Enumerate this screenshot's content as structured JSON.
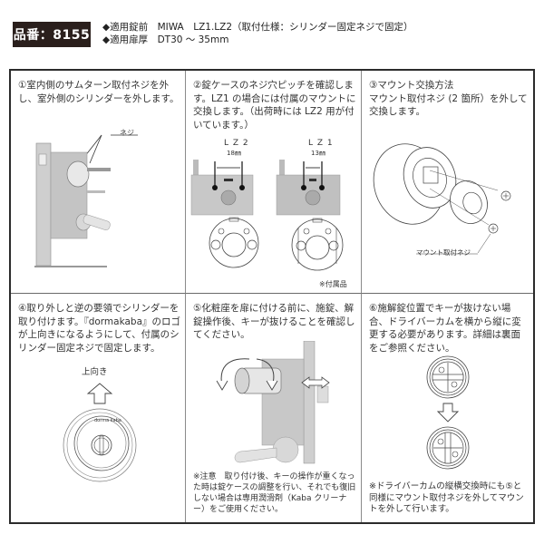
{
  "header": {
    "product_number": "品番：8155",
    "specs": [
      "◆適用錠前　MIWA　LZ1.LZ2（取付仕様：シリンダー固定ネジで固定）",
      "◆適用扉厚　DT30 ～ 35mm"
    ]
  },
  "steps": [
    {
      "text": "①室内側のサムターン取付ネジを外し、室外側のシリンダーを外します。",
      "labels": {
        "screw": "ネジ"
      }
    },
    {
      "text": "②錠ケースのネジ穴ピッチを確認します。LZ1 の場合には付属のマウントに交換します。（出荷時には LZ2 用が付いています。）",
      "labels": {
        "lz2": "L Z 2",
        "lz2_pitch": "18㎜",
        "lz1": "L Z 1",
        "lz1_pitch": "13㎜",
        "accessory": "※付属品"
      }
    },
    {
      "text": "③マウント交換方法\nマウント取付ネジ (2 箇所）を外して交換します。",
      "labels": {
        "mount_screw": "マウント取付ネジ"
      }
    },
    {
      "text": "④取り外しと逆の要領でシリンダーを取り付けます。『dormakaba』のロゴが上向きになるようにして、付属のシリンダー固定ネジで固定します。",
      "labels": {
        "up": "上向き",
        "logo": "dorma kaba"
      }
    },
    {
      "text": "⑤化粧座を扉に付ける前に、施錠、解錠操作後、キーが抜けることを確認してください。",
      "note": "※注意　取り付け後、キーの操作が重くなった時は錠ケースの調整を行い、それでも復旧しない場合は専用潤滑剤（Kaba クリーナー）をご使用ください。"
    },
    {
      "text": "⑥施解錠位置でキーが抜けない場合、ドライバーカムを横から縦に変更する必要があります。詳細は裏面をご参照ください。",
      "note": "※ドライバーカムの縦横交換時にも⑤と同様にマウント取付ネジを外してマウントを外して行います。"
    }
  ],
  "colors": {
    "badge_bg": "#2a1f1c",
    "border": "#2b2b2b",
    "divider": "#8a8a8a",
    "metal": "#b9b9b9"
  }
}
